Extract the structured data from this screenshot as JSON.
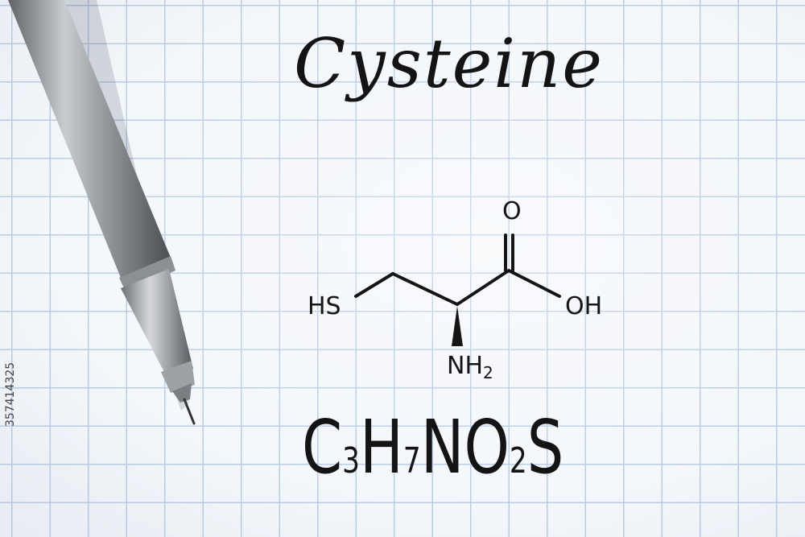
{
  "image": {
    "kind": "photo-handwritten-chemistry-note",
    "background": "graph paper",
    "grid_color": "#b9cde6",
    "ink_color": "#141414"
  },
  "title": "Cysteine",
  "structure": {
    "labels": {
      "thiol": "HS",
      "carbonyl_oxygen": "O",
      "hydroxyl": "OH",
      "amine_main": "NH",
      "amine_sub": "2"
    }
  },
  "formula": {
    "parts": [
      {
        "text": "C",
        "sub": "3"
      },
      {
        "text": "H",
        "sub": "7"
      },
      {
        "text": "NO",
        "sub": "2"
      },
      {
        "text": "S",
        "sub": ""
      }
    ]
  },
  "stock_id": "357414325",
  "icons": {
    "pen": "pen-icon"
  }
}
